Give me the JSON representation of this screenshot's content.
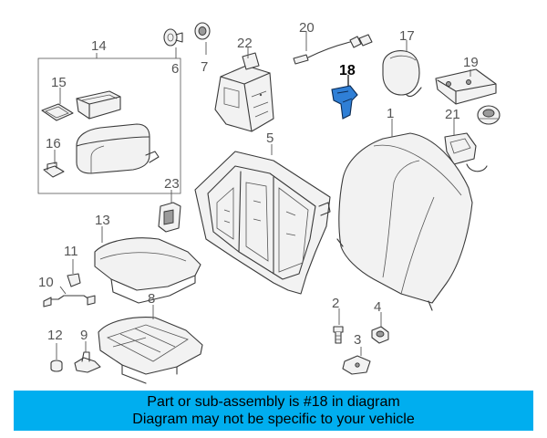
{
  "diagram": {
    "callouts": {
      "c1": "1",
      "c2": "2",
      "c3": "3",
      "c4": "4",
      "c5": "5",
      "c6": "6",
      "c7": "7",
      "c8": "8",
      "c9": "9",
      "c10": "10",
      "c11": "11",
      "c12": "12",
      "c13": "13",
      "c14": "14",
      "c15": "15",
      "c16": "16",
      "c17": "17",
      "c18": "18",
      "c19": "19",
      "c20": "20",
      "c21": "21",
      "c22": "22",
      "c23": "23"
    },
    "highlighted_part": "18",
    "highlight_color": "#2f7fd6"
  },
  "banner": {
    "line1": "Part or sub-assembly is #18 in diagram",
    "line2": "Diagram may not be specific to your vehicle",
    "background_color": "#00aeef"
  }
}
